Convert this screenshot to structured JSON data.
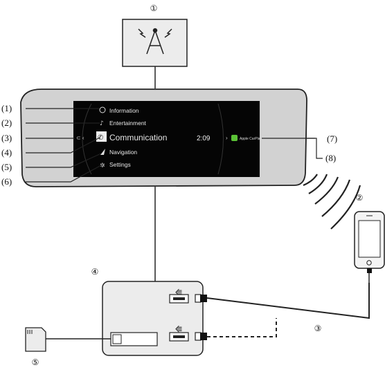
{
  "callouts": {
    "antenna": "①",
    "phone": "②",
    "cable": "③",
    "usb_hub": "④",
    "sd_card": "⑤"
  },
  "labels": [
    "(1)",
    "(2)",
    "(3)",
    "(4)",
    "(5)",
    "(6)",
    "(7)",
    "(8)"
  ],
  "screen": {
    "menu": {
      "information": "Information",
      "entertainment": "Entertainment",
      "communication": "Communication",
      "navigation": "Navigation",
      "settings": "Settings"
    },
    "clock": "2:09",
    "carplay_label": "Apple CarPlay"
  },
  "colors": {
    "panel": "#d2d2d2",
    "screen": "#050505",
    "carplay": "#5bc236"
  },
  "icons": [
    "antenna-icon",
    "usb-icon",
    "phone-icon",
    "sd-card-icon",
    "wireless-waves-icon"
  ]
}
